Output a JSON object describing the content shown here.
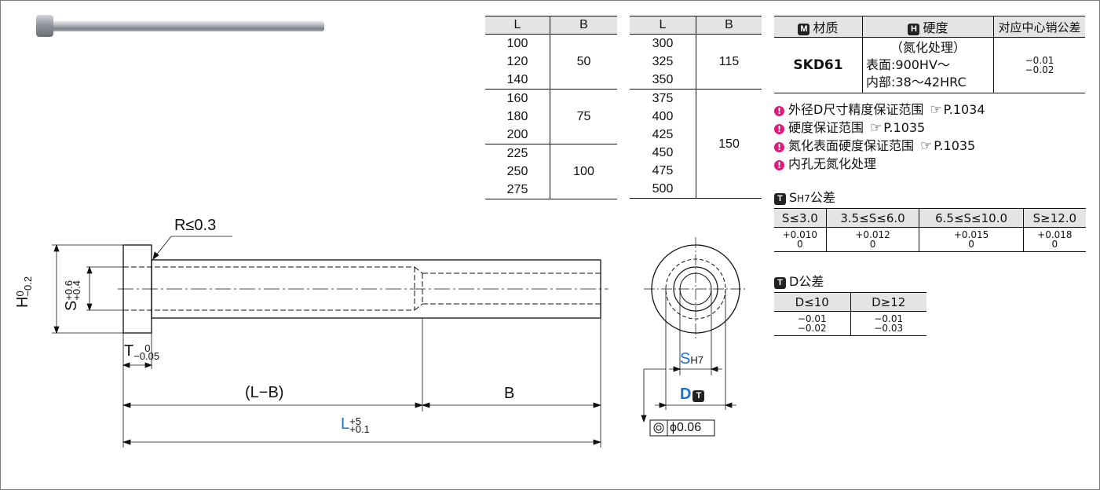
{
  "lb_table_1": {
    "headers": [
      "L",
      "B"
    ],
    "rows": [
      {
        "L": "100",
        "B": ""
      },
      {
        "L": "120",
        "B": "50"
      },
      {
        "L": "140",
        "B": ""
      },
      {
        "L": "160",
        "B": ""
      },
      {
        "L": "180",
        "B": "75"
      },
      {
        "L": "200",
        "B": ""
      },
      {
        "L": "225",
        "B": ""
      },
      {
        "L": "250",
        "B": "100"
      },
      {
        "L": "275",
        "B": ""
      }
    ]
  },
  "lb_table_2": {
    "headers": [
      "L",
      "B"
    ],
    "rows": [
      {
        "L": "300",
        "B": ""
      },
      {
        "L": "325",
        "B": "115"
      },
      {
        "L": "350",
        "B": ""
      },
      {
        "L": "375",
        "B": ""
      },
      {
        "L": "400",
        "B": ""
      },
      {
        "L": "425",
        "B": ""
      },
      {
        "L": "450",
        "B": "150"
      },
      {
        "L": "475",
        "B": ""
      },
      {
        "L": "500",
        "B": ""
      }
    ]
  },
  "material": {
    "m_chip": "M",
    "material_header": "材质",
    "h_chip": "H",
    "hardness_header": "硬度",
    "pin_tol_header": "对应中心销公差",
    "material": "SKD61",
    "hardness_lines": [
      "（氮化处理）",
      "表面:900HV～",
      "内部:38～42HRC"
    ],
    "pin_tol": [
      "−0.01",
      "−0.02"
    ]
  },
  "notes": [
    {
      "text": "外径D尺寸精度保证范围",
      "ref": "P.1034"
    },
    {
      "text": "硬度保证范围",
      "ref": "P.1035"
    },
    {
      "text": "氮化表面硬度保证范围",
      "ref": "P.1035"
    },
    {
      "text": "内孔无氮化处理",
      "ref": ""
    }
  ],
  "s_tolerance": {
    "chip": "T",
    "title_prefix": "S",
    "title_sub": "H7",
    "title_suffix": "公差",
    "headers": [
      "S≤3.0",
      "3.5≤S≤6.0",
      "6.5≤S≤10.0",
      "S≥12.0"
    ],
    "values": [
      {
        "upper": "+0.010",
        "lower": "0"
      },
      {
        "upper": "+0.012",
        "lower": "0"
      },
      {
        "upper": "+0.015",
        "lower": "0"
      },
      {
        "upper": "+0.018",
        "lower": "0"
      }
    ]
  },
  "d_tolerance": {
    "chip": "T",
    "title": "D公差",
    "headers": [
      "D≤10",
      "D≥12"
    ],
    "values": [
      {
        "upper": "−0.01",
        "lower": "−0.02"
      },
      {
        "upper": "−0.01",
        "lower": "−0.03"
      }
    ]
  },
  "drawing": {
    "radius": "R≤0.3",
    "h_letter": "H",
    "h_upper": "0",
    "h_lower": "−0.2",
    "s_letter": "S",
    "s_upper": "+0.6",
    "s_lower": "+0.4",
    "t_letter": "T",
    "t_upper": "0",
    "t_lower": "−0.05",
    "lb_label": "(L−B)",
    "b_label": "B",
    "l_letter": "L",
    "l_upper": "+5",
    "l_lower": "+0.1",
    "s_end": "S",
    "s_end_sub": "H7",
    "d_end": "D",
    "d_chip": "T",
    "coax": "ϕ0.06"
  },
  "colors": {
    "dimension_blue": "#1a73c8",
    "warning_pink": "#e0197d",
    "header_gray": "#e4e4e4"
  }
}
